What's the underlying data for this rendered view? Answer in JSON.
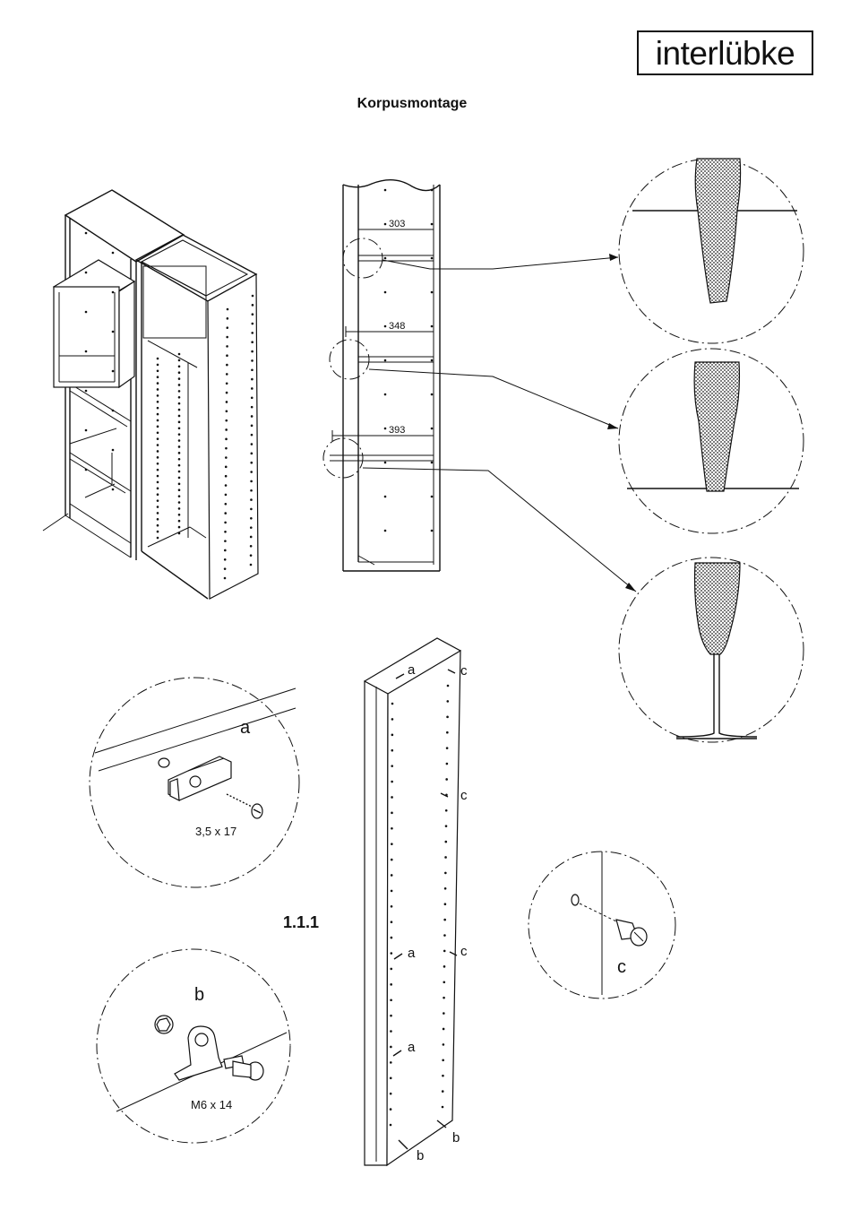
{
  "brand": {
    "logo_text": "interlübke"
  },
  "header": {
    "title": "Korpusmontage"
  },
  "step_number": "1.1.1",
  "dimensions": [
    "303",
    "348",
    "393"
  ],
  "detail_a": {
    "letter": "a",
    "screw": "3,5 x 17"
  },
  "detail_b": {
    "letter": "b",
    "screw": "M6 x 14"
  },
  "detail_c": {
    "letter": "c"
  },
  "panel_labels": {
    "a": "a",
    "b": "b",
    "c": "c"
  }
}
